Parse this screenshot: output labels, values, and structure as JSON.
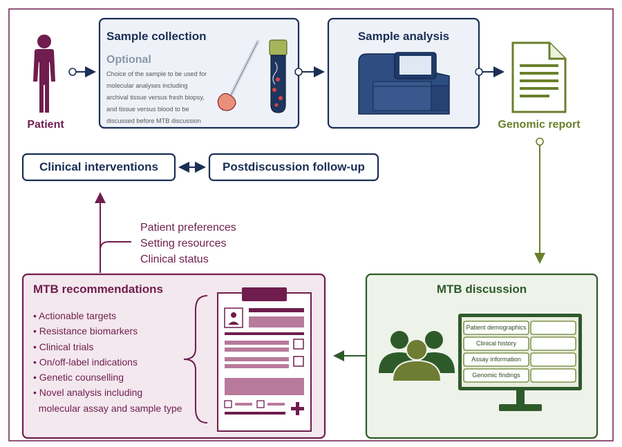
{
  "patient": {
    "label": "Patient"
  },
  "sample_collection": {
    "title": "Sample collection",
    "subtitle": "Optional",
    "description_lines": [
      "Choice of the sample to be used for",
      "molecular analyses including",
      "archival tissue versus fresh biopsy,",
      "and tissue versus blood to be",
      "discussed before MTB discussion"
    ]
  },
  "sample_analysis": {
    "title": "Sample analysis"
  },
  "genomic_report": {
    "label": "Genomic report"
  },
  "clinical_interventions": {
    "label": "Clinical interventions"
  },
  "postdiscussion": {
    "label": "Postdiscussion follow-up"
  },
  "factors": {
    "lines": [
      "Patient preferences",
      "Setting resources",
      "Clinical status"
    ]
  },
  "mtb_recommendations": {
    "title": "MTB recommendations",
    "items": [
      "• Actionable targets",
      "• Resistance biomarkers",
      "• Clinical trials",
      "• On/off-label indications",
      "• Genetic counselling",
      "• Novel analysis including",
      "  molecular assay and sample type"
    ]
  },
  "mtb_discussion": {
    "title": "MTB discussion",
    "fields": [
      "Patient demographics",
      "Clinical history",
      "Assay information",
      "Genomic findings"
    ]
  },
  "colors": {
    "plum": "#6f1d4e",
    "navy": "#1a2f55",
    "olive": "#6a7f2b",
    "dark_green": "#2e5a2a"
  }
}
